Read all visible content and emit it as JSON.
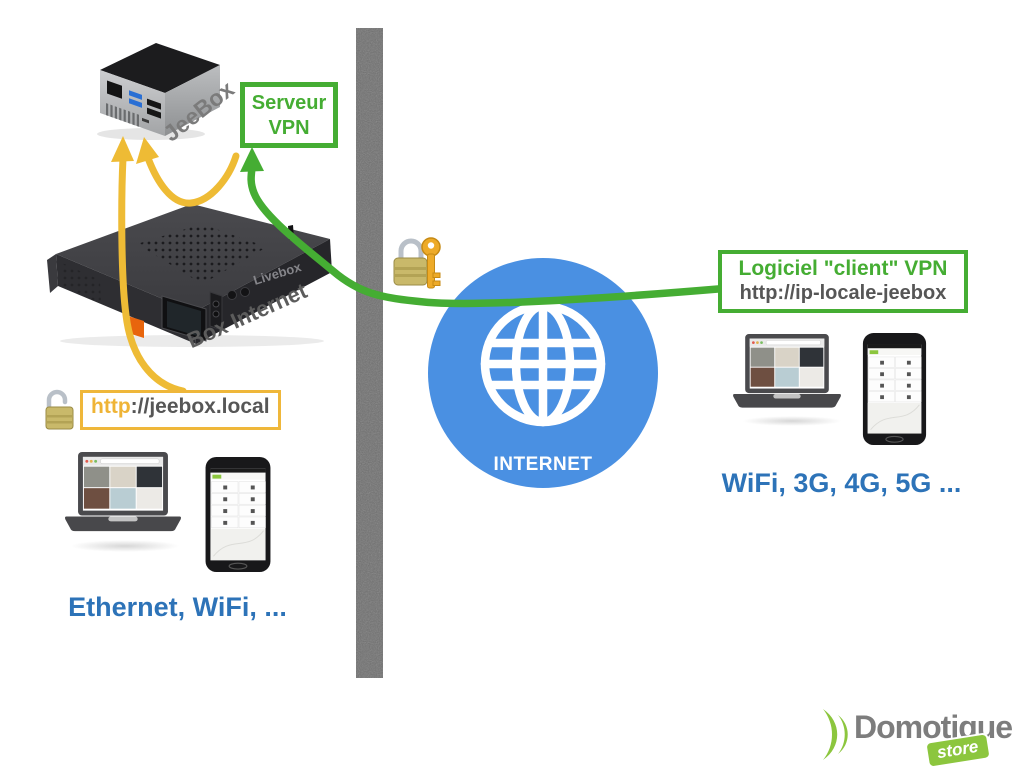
{
  "diagram": {
    "left_zone": {
      "jeebox_label": "JeeBox",
      "vpn_server": {
        "line1": "Serveur",
        "line2": "VPN"
      },
      "box_internet_label": "Box Internet",
      "livebox_brand": "Livebox",
      "local_url": {
        "prefix": "http",
        "suffix": "://jeebox.local"
      },
      "devices_caption": "Ethernet, WiFi, ..."
    },
    "middle_zone": {
      "internet_label": "INTERNET"
    },
    "right_zone": {
      "vpn_client": {
        "line1": "Logiciel \"client\" VPN",
        "line2": "http://ip-locale-jeebox"
      },
      "devices_caption": "WiFi, 3G, 4G, 5G ..."
    }
  },
  "branding": {
    "logo_text": "Domotique",
    "logo_badge": "store"
  },
  "icons": {
    "open_padlock": "unlocked local access",
    "lock_with_key": "secured VPN tunnel",
    "globe": "internet",
    "laptop": "computer client",
    "smartphone": "mobile client",
    "wall": "firewall / home boundary",
    "logo_waves": "domotique-store brand mark"
  },
  "colors": {
    "vpn_green": "#45ad33",
    "local_yellow": "#efb73a",
    "caption_blue": "#2d73b8",
    "internet_blue": "#4a90e2",
    "label_gray": "#6f6f6f",
    "url_dark": "#565656",
    "logo_green": "#8cc63e",
    "logo_gray": "#7d7d7d",
    "orange_logo": "#e8650d"
  }
}
